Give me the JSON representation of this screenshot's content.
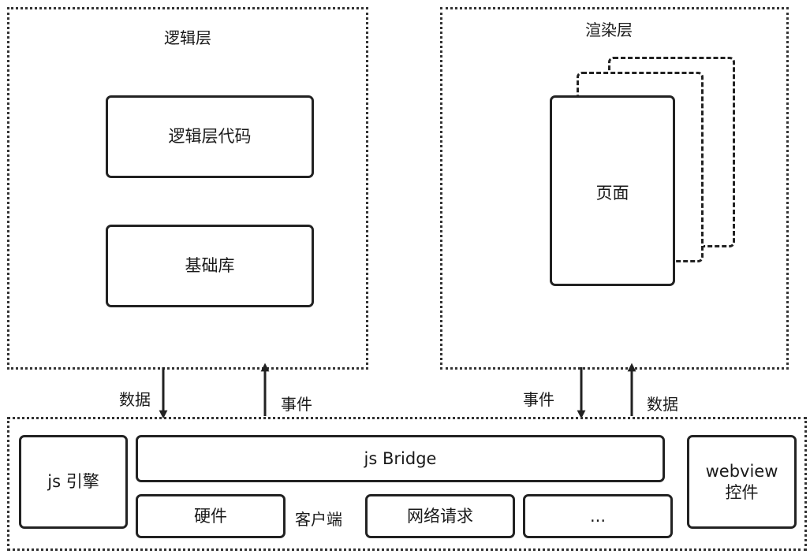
{
  "logic_layer": {
    "title": "逻辑层",
    "code_box": "逻辑层代码",
    "lib_box": "基础库"
  },
  "render_layer": {
    "title": "渲染层",
    "page_box": "页面"
  },
  "arrows": {
    "logic_data": "数据",
    "logic_event": "事件",
    "render_event": "事件",
    "render_data": "数据"
  },
  "client": {
    "js_engine": "js 引擎",
    "js_bridge": "js Bridge",
    "hardware": "硬件",
    "client_label": "客户端",
    "network": "网络请求",
    "more": "...",
    "webview_line1": "webview",
    "webview_line2": "控件"
  }
}
